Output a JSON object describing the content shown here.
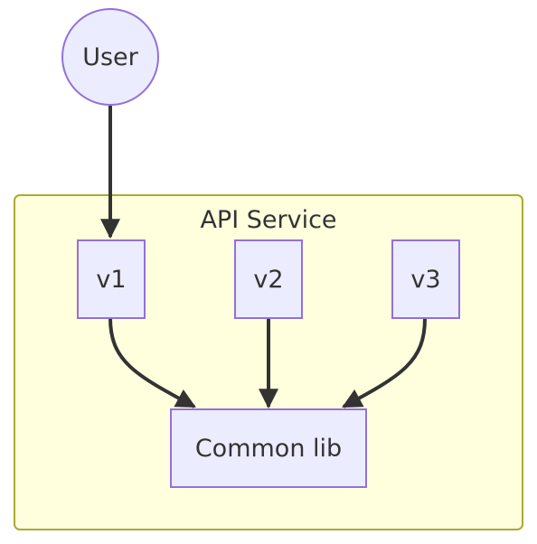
{
  "diagram": {
    "type": "flowchart",
    "nodes": {
      "user": {
        "label": "User",
        "shape": "circle"
      },
      "v1": {
        "label": "v1",
        "shape": "rect"
      },
      "v2": {
        "label": "v2",
        "shape": "rect"
      },
      "v3": {
        "label": "v3",
        "shape": "rect"
      },
      "common": {
        "label": "Common lib",
        "shape": "rect"
      }
    },
    "group": {
      "label": "API Service",
      "members": [
        "v1",
        "v2",
        "v3",
        "common"
      ]
    },
    "edges": [
      {
        "from": "user",
        "to": "v1"
      },
      {
        "from": "v1",
        "to": "common"
      },
      {
        "from": "v2",
        "to": "common"
      },
      {
        "from": "v3",
        "to": "common"
      }
    ],
    "colors": {
      "node_fill": "#ececff",
      "node_stroke": "#9370db",
      "group_fill": "#ffffde",
      "group_stroke": "#aaaa33",
      "edge": "#333333",
      "text": "#333333"
    }
  }
}
